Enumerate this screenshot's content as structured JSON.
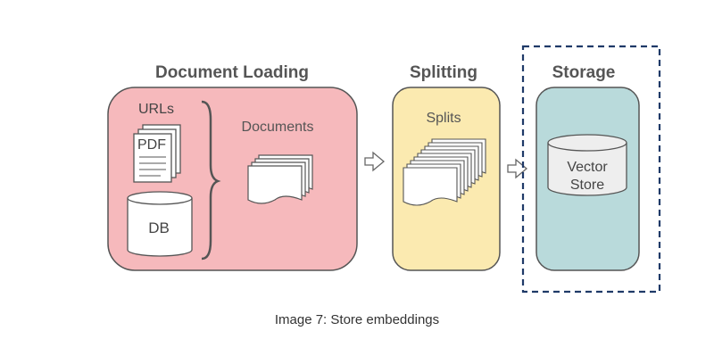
{
  "diagram": {
    "sections": {
      "loading": {
        "title": "Document Loading",
        "sources": {
          "urls": "URLs",
          "pdf": "PDF",
          "db": "DB"
        },
        "output": "Documents"
      },
      "splitting": {
        "title": "Splitting",
        "output": "Splits"
      },
      "storage": {
        "title": "Storage",
        "store_line1": "Vector",
        "store_line2": "Store"
      }
    },
    "caption": "Image 7: Store embeddings",
    "colors": {
      "loading_fill": "#f6b9bc",
      "splitting_fill": "#fbeab0",
      "storage_fill": "#b9dadb",
      "highlight_border": "#1f3a68",
      "text": "#555555"
    }
  }
}
